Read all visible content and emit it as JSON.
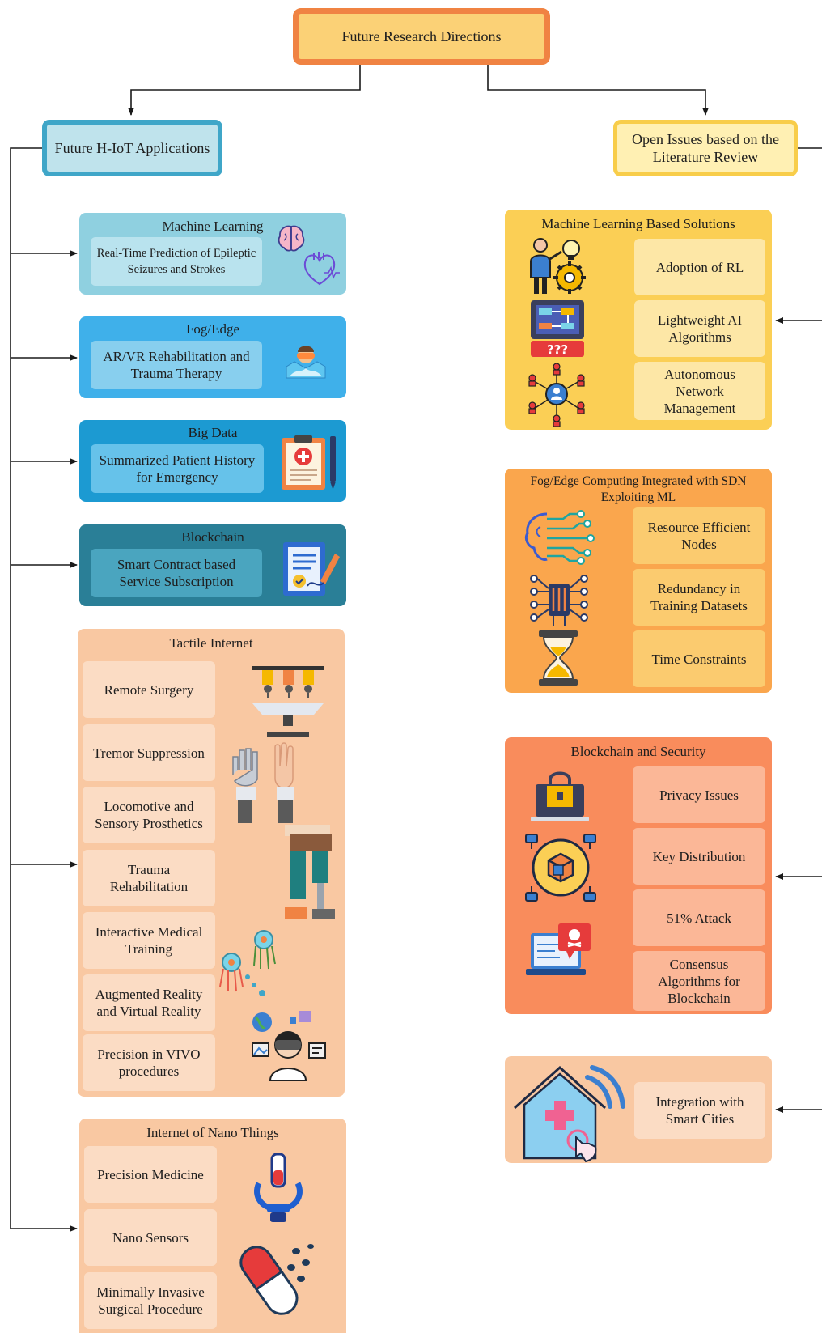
{
  "root": {
    "label": "Future Research Directions"
  },
  "left_branch": {
    "label": "Future H-IoT Applications",
    "panels": {
      "ml": {
        "title": "Machine Learning",
        "item": "Real-Time Prediction of Epileptic Seizures and Strokes"
      },
      "fog": {
        "title": "Fog/Edge",
        "item": "AR/VR Rehabilitation and Trauma Therapy"
      },
      "bigdata": {
        "title": "Big Data",
        "item": "Summarized Patient History for Emergency"
      },
      "blockchain": {
        "title": "Blockchain",
        "item": "Smart Contract based Service Subscription"
      },
      "tactile": {
        "title": "Tactile Internet",
        "items": [
          "Remote Surgery",
          "Tremor Suppression",
          "Locomotive and Sensory Prosthetics",
          "Trauma Rehabilitation",
          "Interactive Medical Training",
          "Augmented Reality and Virtual Reality",
          "Precision in VIVO procedures"
        ]
      },
      "nano": {
        "title": "Internet of Nano Things",
        "items": [
          "Precision Medicine",
          "Nano Sensors",
          "Minimally Invasive Surgical Procedure"
        ]
      }
    }
  },
  "right_branch": {
    "label": "Open Issues based on the Literature Review",
    "panels": {
      "ml": {
        "title": "Machine Learning Based Solutions",
        "items": [
          "Adoption of RL",
          "Lightweight AI Algorithms",
          "Autonomous Network Management"
        ]
      },
      "fog": {
        "title": "Fog/Edge Computing Integrated with SDN Exploiting ML",
        "items": [
          "Resource Efficient Nodes",
          "Redundancy in Training Datasets",
          "Time Constraints"
        ]
      },
      "security": {
        "title": "Blockchain and Security",
        "items": [
          "Privacy Issues",
          "Key Distribution",
          "51% Attack",
          "Consensus Algorithms for Blockchain"
        ]
      },
      "smartcity": {
        "items": [
          "Integration with Smart Cities"
        ]
      }
    }
  },
  "icons": {
    "ml_left": [
      "brain-icon",
      "heart-icon"
    ],
    "fog_left": "vr-headset-icon",
    "bigdata": "medical-clipboard-icon",
    "blockchain": "contract-icon",
    "tactile": [
      "robotic-surgery-icon",
      "robot-hand-icon",
      "prosthetic-leg-icon",
      "nanobot-icon",
      "vr-user-icon"
    ],
    "nano": [
      "nano-robot-icon",
      "pill-icon"
    ],
    "ml_right": [
      "presenter-gear-icon",
      "algorithm-screen-icon",
      "network-people-icon"
    ],
    "fog_right": [
      "ai-circuit-icon",
      "neural-chip-icon",
      "hourglass-icon"
    ],
    "security": [
      "laptop-lock-icon",
      "blockchain-cube-icon",
      "hacker-laptop-icon"
    ],
    "smartcity": "smart-home-health-icon"
  },
  "colors": {
    "root_fill": "#fbd176",
    "root_border": "#f08343",
    "hiot_fill": "#bfe3ec",
    "hiot_border": "#3fa6c8",
    "open_fill": "#fff0b3",
    "open_border": "#f8cd4a",
    "ml_panel": "#8fd0e0",
    "fog_panel": "#3fb0ea",
    "bigdata_panel": "#1c9ad2",
    "blockchain_panel": "#2a7f97",
    "tactile_panel": "#f9c8a2",
    "nano_panel": "#f9c8a2",
    "ml_right_panel": "#fbcf55",
    "fog_right_panel": "#faa64d",
    "security_panel": "#f98c5c",
    "smartcity_panel": "#f9c8a2"
  }
}
